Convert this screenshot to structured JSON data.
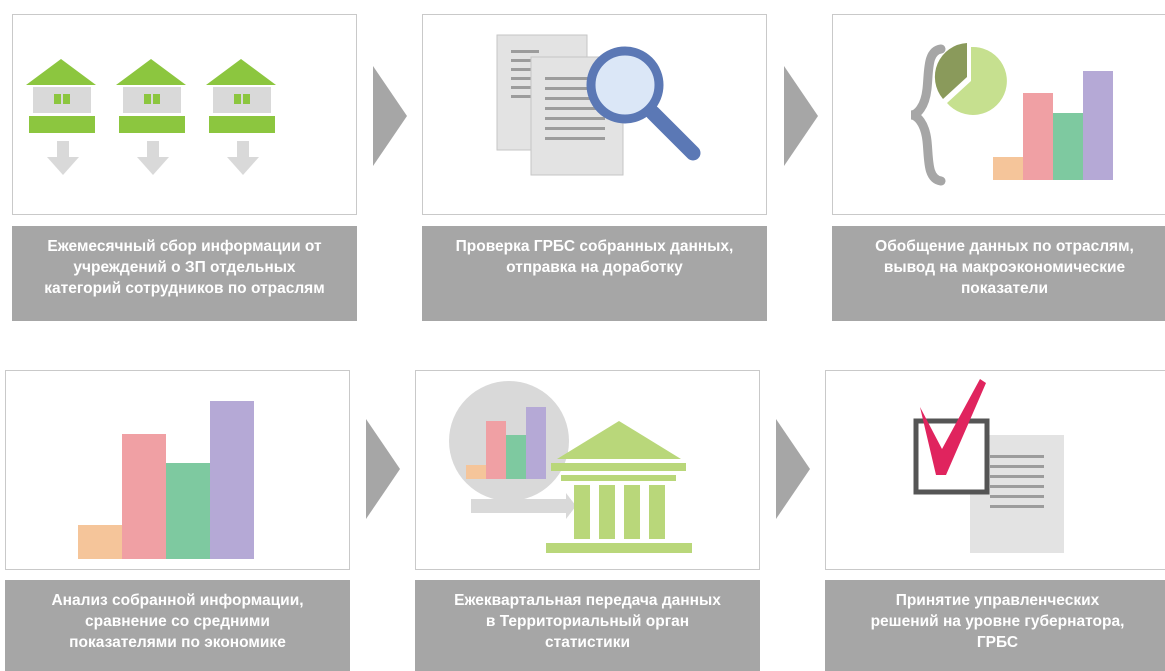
{
  "steps": [
    {
      "caption": "Ежемесячный сбор информации от\nучреждений о ЗП отдельных\nкатегорий сотрудников по отраслям",
      "icon": "houses-icon"
    },
    {
      "caption": "Проверка ГРБС собранных данных,\nотправка на доработку",
      "icon": "documents-magnifier-icon"
    },
    {
      "caption": "Обобщение данных по отраслям,\nвывод на макроэкономические\nпоказатели",
      "icon": "pie-bar-chart-icon"
    },
    {
      "caption": "Анализ собранной информации,\nсравнение со средними\nпоказателями по экономике",
      "icon": "bar-chart-icon"
    },
    {
      "caption": "Ежеквартальная передача данных\nв Территориальный орган\nстатистики",
      "icon": "chart-to-building-icon"
    },
    {
      "caption": "Принятие управленческих\nрешений на уровне губернатора,\nГРБС",
      "icon": "checkbox-document-icon"
    }
  ],
  "colors": {
    "caption_bg": "#a6a6a6",
    "arrow": "#a6a6a6",
    "green": "#8cc63f",
    "light_green": "#b9d77a",
    "orange": "#f5c59a",
    "pink": "#f0a0a4",
    "teal": "#7ec9a0",
    "lavender": "#b5a9d6",
    "blue_magnifier": "#5b78b5",
    "check_red": "#e0245e"
  }
}
